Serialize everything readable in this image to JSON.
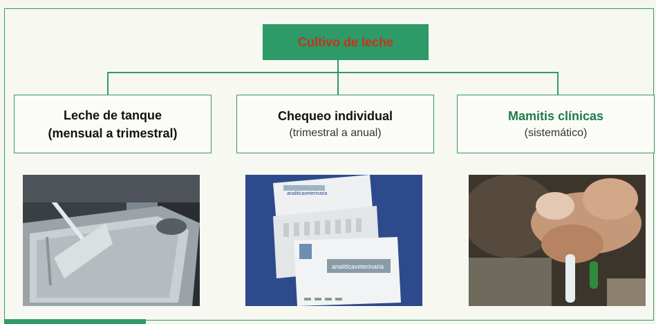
{
  "root": {
    "label": "Cultivo de leche"
  },
  "branches": [
    {
      "title": "Leche de tanque",
      "subtitle": "(mensual a trimestral)",
      "subtitle_bold": true
    },
    {
      "title": "Chequeo individual",
      "subtitle": "(trimestral a anual)",
      "subtitle_bold": false
    },
    {
      "title": "Mamitis clínicas",
      "subtitle": "(sistemático)",
      "subtitle_bold": false
    }
  ],
  "photos": {
    "tank": {
      "icon": "milk-tank-photo"
    },
    "kit": {
      "icon": "sample-kit-photo",
      "brand_top": "analiticaveterinaria",
      "brand_card": "analiticaveterinaria"
    },
    "mastitis": {
      "icon": "udder-sampling-photo"
    }
  },
  "colors": {
    "green": "#2e9a67",
    "root_text": "#c8321e",
    "title_green": "#1f7a4d"
  }
}
